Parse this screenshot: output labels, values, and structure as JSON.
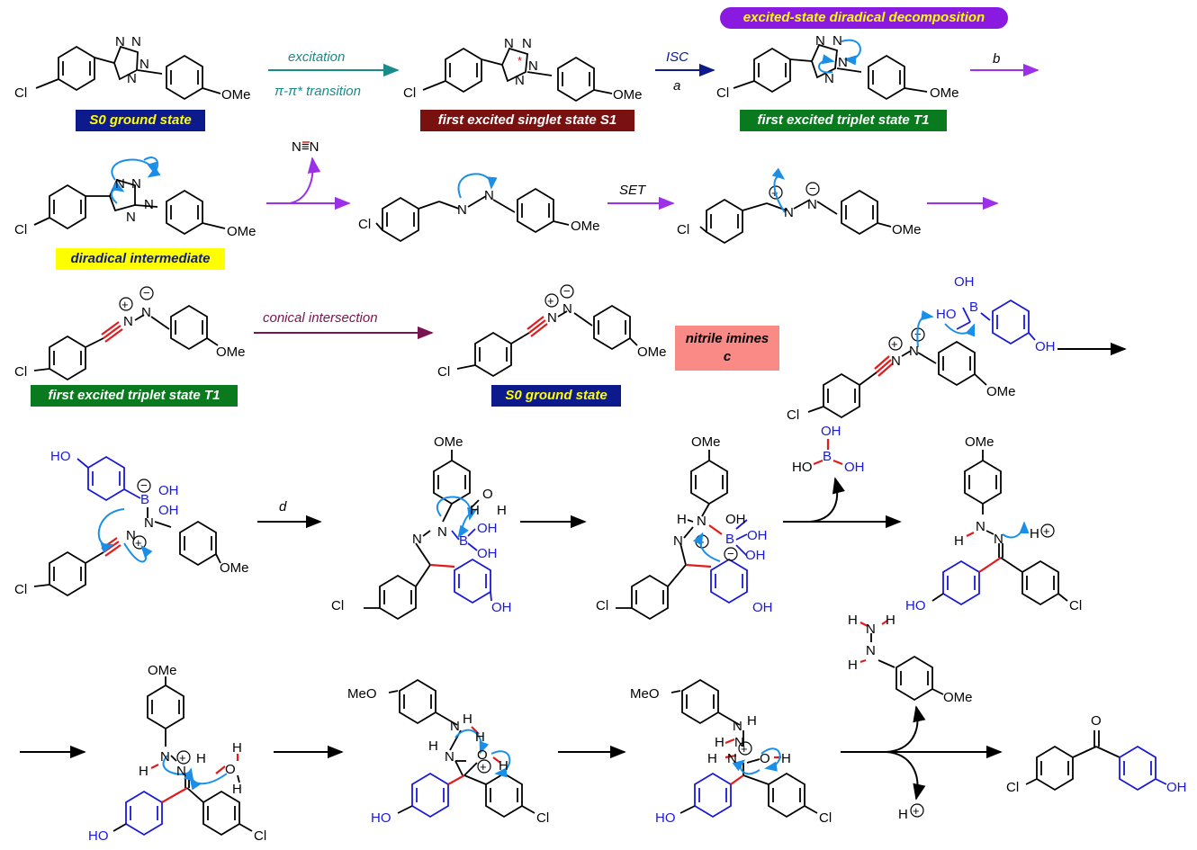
{
  "state_labels": {
    "s0_ground": "S0 ground state",
    "first_excited_singlet": "first excited singlet state S1",
    "first_excited_triplet": "first excited triplet state T1",
    "excited_state_diradical_decomposition": "excited-state diradical decomposition",
    "diradical_intermediate": "diradical intermediate",
    "nitrile_imines": "nitrile imines",
    "nitrile_imines_tag": "c"
  },
  "arrow_labels": {
    "excitation": "excitation",
    "pi_pi_transition": "π-π* transition",
    "isc": "ISC",
    "step_a": "a",
    "step_b": "b",
    "set": "SET",
    "conical_intersection": "conical intersection",
    "step_d": "d"
  },
  "atom_labels": {
    "cl": "Cl",
    "ome": "OMe",
    "meo": "MeO",
    "n": "N",
    "n2": "N≡N",
    "b": "B",
    "o": "O",
    "oh": "OH",
    "ho": "HO",
    "h": "H",
    "h_plus": "H"
  },
  "colors": {
    "navy_box": "#0c1a8c",
    "darkred_box": "#7a1111",
    "green_box": "#0a7a1f",
    "purple_pill": "#8a1ae0",
    "yellow_box": "#ffff00",
    "salmon_box": "#f98a86",
    "teal_arrow": "#1a8a8a",
    "navy_arrow": "#0c1a8c",
    "purple_arrow": "#9b30e6",
    "maroon_arrow": "#7a1451",
    "curly_arrow": "#1a8fe8",
    "boron_blue": "#1a1ad6",
    "new_bond_red": "#e01c1c"
  }
}
